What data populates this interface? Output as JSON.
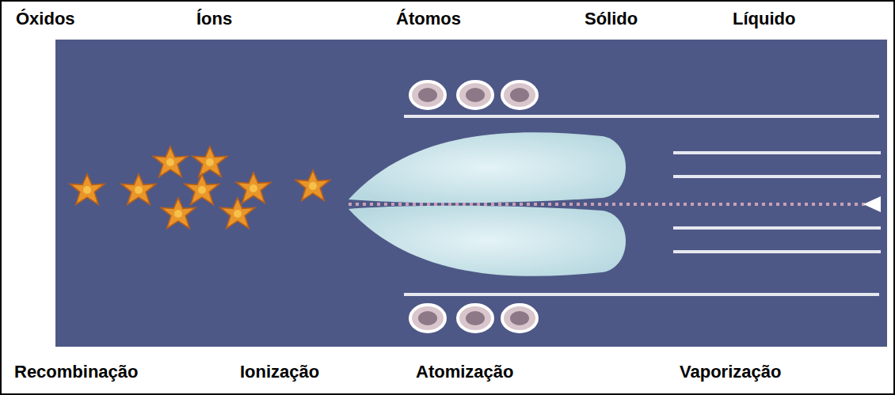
{
  "diagram": {
    "labels": [
      "Óxidos",
      "Íons",
      "Átomos",
      "Sólido",
      "Líquido",
      "Recombinação",
      "Ionização",
      "Atomização",
      "Vaporização"
    ]
  }
}
